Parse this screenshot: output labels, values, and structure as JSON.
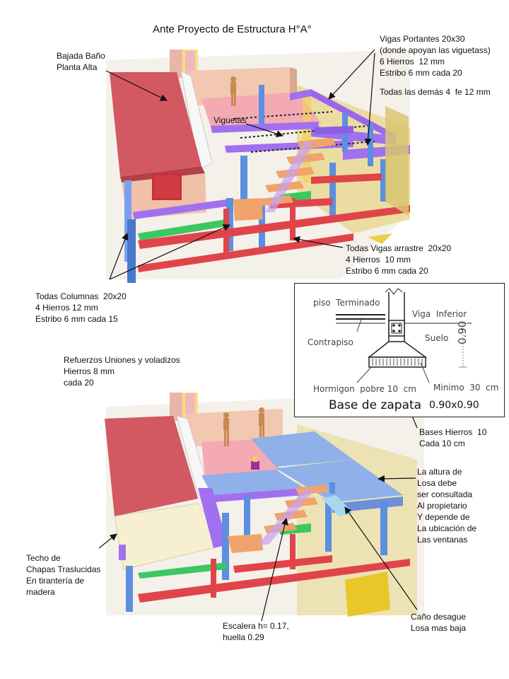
{
  "title": "Ante Proyecto de Estructura H°A°",
  "labels": {
    "bajada_bano": "Bajada Baño\nPlanta Alta",
    "vigas_portantes": "Vigas Portantes 20x30\n(donde apoyan las viguetass)\n6 Hierros  12 mm\nEstribo 6 mm cada 20",
    "todas_las_demas": "Todas las demás 4  fe 12 mm",
    "viguetas": "Viguetas",
    "vigas_arrastre": "Todas Vigas arrastre  20x20\n4 Hierros  10 mm\nEstribo 6 mm cada 20",
    "columnas": "Todas Columnas  20x20\n4 Hierros 12 mm\nEstribo 6 mm cada 15",
    "refuerzos": "Refuerzos Uniones y voladizos\nHierros 8 mm\ncada 20",
    "bases_hierros": "Bases Hierros  10\nCada 10 cm",
    "altura_losa": "La altura de\nLosa debe\nser consultada\nAl propietario\nY depende de\nLa ubicación de\nLas ventanas",
    "techo": "Techo de\nChapas Traslucidas\nEn tirantería de\nmadera",
    "escalera": "Escalera h= 0.17,\nhuella 0.29",
    "cano_desague": "Caño desague\nLosa mas baja"
  },
  "zapata": {
    "piso_terminado": "piso  Terminado",
    "viga_inferior": "Viga  Inferior",
    "contrapiso": "Contrapiso",
    "suelo": "Suelo",
    "hormigon": "Hormigon  pobre 10  cm",
    "minimo": "Minimo  30  cm",
    "dim_vertical": "0.90",
    "base_title": "Base de zapata",
    "base_dim": "0.90x0.90"
  },
  "colors": {
    "wall": "#e9b9a0",
    "roof": "#d45a5e",
    "beam_purple": "#9b6cf0",
    "column_blue": "#5b8fe0",
    "beam_red": "#e0444a",
    "beam_green": "#3cc860",
    "stair_orange": "#f0a36a",
    "slab_pink": "#f2a8b0",
    "slab_blue": "#8fb0e8",
    "yellow": "#f0d060"
  }
}
